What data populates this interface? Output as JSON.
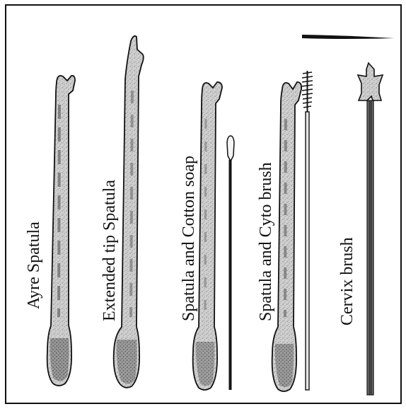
{
  "labels": {
    "ayre": "Ayre Spatula",
    "extended": "Extended tip Spatula",
    "cotton": "Spatula and Cotton soap",
    "cyto": "Spatula and Cyto brush",
    "cervix": "Cervix brush"
  },
  "colors": {
    "ink": "#111111",
    "wood": "#c9c9c9",
    "wood_dark": "#6e6e6e",
    "background": "#ffffff"
  }
}
